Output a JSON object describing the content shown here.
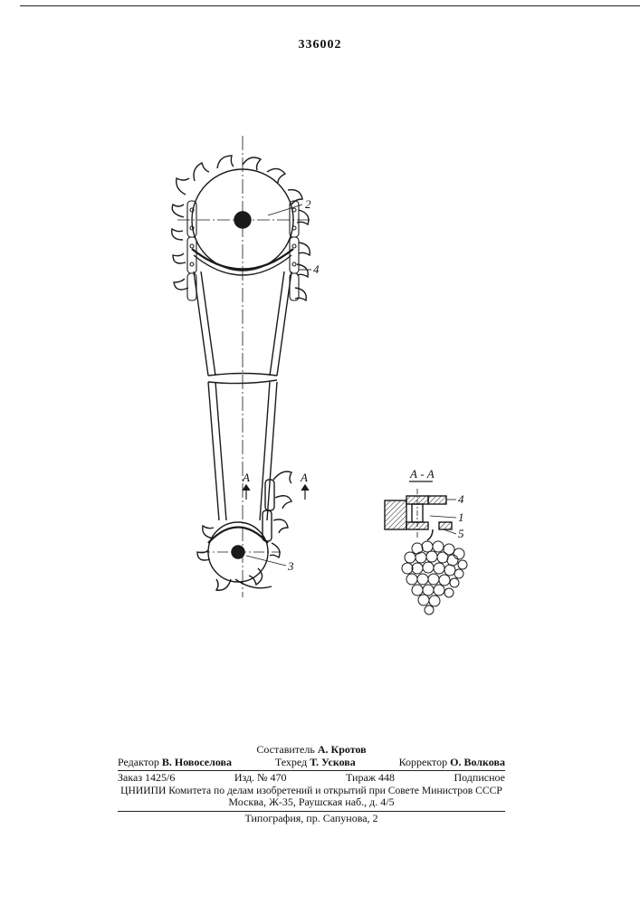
{
  "document": {
    "patent_number": "336002",
    "figure": {
      "section_label": "А - А",
      "cut_marker_label": "А",
      "callouts": [
        "1",
        "2",
        "3",
        "4",
        "4",
        "5"
      ]
    },
    "imprint": {
      "compiler_prefix": "Составитель",
      "compiler_name": "А. Кротов",
      "editor_prefix": "Редактор",
      "editor_name": "В. Новоселова",
      "techred_prefix": "Техред",
      "techred_name": "Т. Ускова",
      "corrector_prefix": "Корректор",
      "corrector_name": "О. Волкова",
      "order": "Заказ 1425/6",
      "edition": "Изд. № 470",
      "circulation": "Тираж 448",
      "subscription": "Подписное",
      "org_line": "ЦНИИПИ Комитета по делам изобретений и открытий при Совете Министров СССР",
      "address_line": "Москва, Ж-35, Раушская наб., д. 4/5",
      "printing_house": "Типография, пр. Сапунова, 2"
    }
  }
}
